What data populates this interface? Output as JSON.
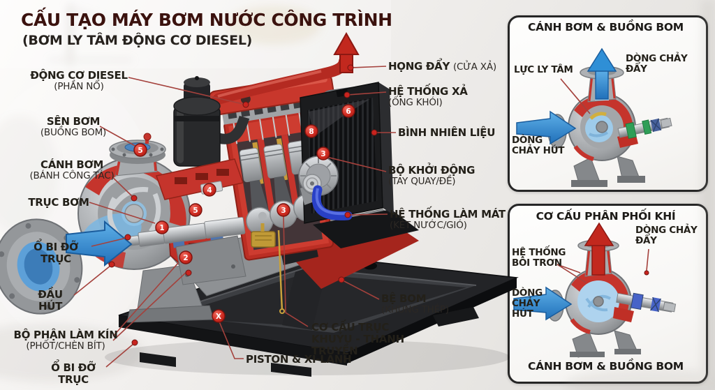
{
  "header": {
    "title": "CẤU TẠO MÁY BƠM NƯỚC CÔNG TRÌNH",
    "subtitle": "(BƠM LY TÂM ĐỘNG CƠ DIESEL)"
  },
  "colors": {
    "accent_red": "#c5342c",
    "engine_red": "#bb2e24",
    "water_blue": "#2f8fd6",
    "hose_blue": "#2940c6",
    "leader_red": "#a4413c",
    "badge_red": "#d02c22",
    "ink": "#232019",
    "title_maroon": "#3b120e"
  },
  "left_labels": [
    {
      "main": "ĐỘNG CƠ DIESEL",
      "sub": "(PHẦN NỔ)"
    },
    {
      "main": "SÊN BƠM",
      "sub": "(BUỒNG BOM)"
    },
    {
      "main": "CÁNH BƠM",
      "sub": "(BÁNH CÔNG TÁC)"
    },
    {
      "main": "TRỤC BƠM",
      "sub": ""
    },
    {
      "main": "Ổ BI ĐỠ TRỤC",
      "sub": ""
    },
    {
      "main": "ĐẦU HÚT",
      "sub": ""
    },
    {
      "main": "BỘ PHẬN LÀM KÍN",
      "sub": "(PHỐT/CHÈN BÍT)"
    },
    {
      "main": "Ổ BI ĐỠ TRỤC",
      "sub": ""
    }
  ],
  "right_labels": [
    {
      "main": "HỌNG ĐẨY",
      "sub": "(CỬA XẢ)"
    },
    {
      "main": "HỆ THỐNG XẢ",
      "sub": "(ỐNG KHÓI)"
    },
    {
      "main": "BÌNH NHIÊN LIỆU",
      "sub": ""
    },
    {
      "main": "BỘ KHỞI ĐỘNG",
      "sub": "(TAY QUAY/ĐỀ)"
    },
    {
      "main": "HỆ THỐNG LÀM MÁT",
      "sub": "(KÉT NƯỚC/GIÓ)"
    },
    {
      "main": "BỆ BOM",
      "sub": "(KHUNG THÉP)"
    },
    {
      "main": "CƠ CẤU TRỤC",
      "sub": "KHUỶU - THANH TRUYỀN"
    },
    {
      "main": "PISTON & XI-LANH",
      "sub": ""
    }
  ],
  "markers": [
    {
      "n": "5"
    },
    {
      "n": "4"
    },
    {
      "n": "5"
    },
    {
      "n": "1"
    },
    {
      "n": "2"
    },
    {
      "n": "3"
    },
    {
      "n": "3"
    },
    {
      "n": "8"
    },
    {
      "n": "6"
    },
    {
      "n": "X"
    }
  ],
  "insets": {
    "pump_chamber": {
      "title": "CÁNH BƠM & BUỒNG BOM",
      "labels": {
        "centrifugal_force": "LỰC LY TÂM",
        "discharge_flow": "DÒNG CHẢY ĐẨY",
        "suction_flow": "DÒNG CHẢY HÚT"
      }
    },
    "air_distribution": {
      "title": "CƠ CẤU PHÂN PHỐI KHÍ",
      "labels": {
        "lubrication_system": "HỆ THỐNG BÔI TRƠN",
        "discharge_flow": "DÒNG CHẢY ĐẨY",
        "suction_flow": "DÒNG CHẢY HÚT"
      },
      "footer": "CÁNH BƠM & BUỒNG BOM"
    }
  }
}
